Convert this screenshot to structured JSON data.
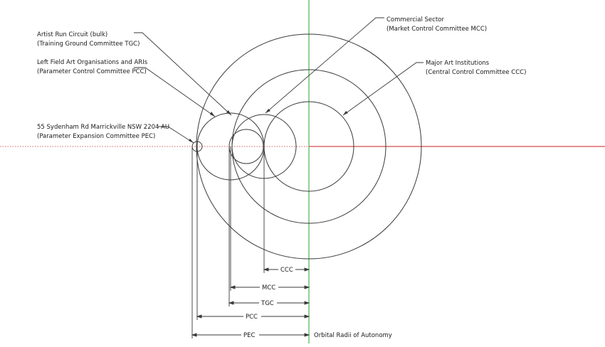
{
  "labels": {
    "artist_run": {
      "title": "Artist Run Circuit (bulk)",
      "sub": "(Training Ground Committee TGC)"
    },
    "left_field": {
      "title": "Left Field Art Organisations and ARIs",
      "sub": "(Parameter Control Committee PCC)"
    },
    "sydenham": {
      "title": "55 Sydenham Rd Marrickville NSW 2204 AU",
      "sub": "(Parameter Expansion Committee PEC)"
    },
    "commercial": {
      "title": "Commercial Sector",
      "sub": "(Market Control Committee MCC)"
    },
    "major_art": {
      "title": "Major Art Institutions",
      "sub": "(Central Control Committee CCC)"
    }
  },
  "dimensions": {
    "ccc": "CCC",
    "mcc": "MCC",
    "tgc": "TGC",
    "pcc": "PCC",
    "pec": "PEC"
  },
  "caption": "Orbital Radii of Autonomy",
  "colors": {
    "line": "#3a3a3a",
    "vertical_axis": "#2aa02a",
    "horizontal_axis": "#d84a4a"
  }
}
